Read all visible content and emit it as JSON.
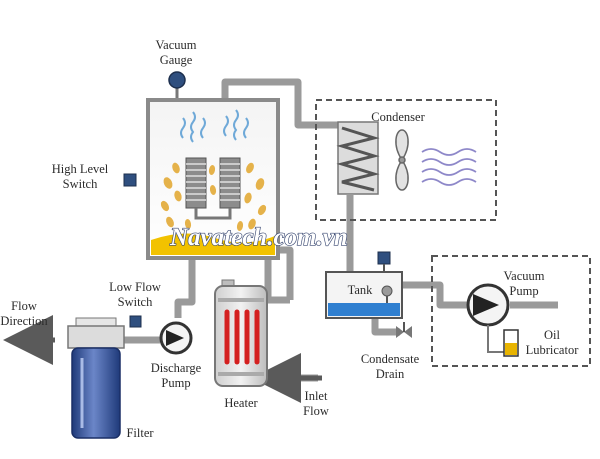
{
  "labels": {
    "vacuum_gauge": [
      "Vacuum",
      "Gauge"
    ],
    "high_level_switch": [
      "High Level",
      "Switch"
    ],
    "condenser": "Condenser",
    "tank": "Tank",
    "vacuum_pump": [
      "Vacuum",
      "Pump"
    ],
    "oil_lubricator": [
      "Oil",
      "Lubricator"
    ],
    "condensate_drain": [
      "Condensate",
      "Drain"
    ],
    "low_flow_switch": [
      "Low Flow",
      "Switch"
    ],
    "flow_direction": [
      "Flow",
      "Direction"
    ],
    "discharge_pump": [
      "Discharge",
      "Pump"
    ],
    "heater": "Heater",
    "inlet_flow": [
      "Inlet",
      "Flow"
    ],
    "filter": "Filter"
  },
  "watermark": "Navatech.com.vn",
  "colors": {
    "pipe": "#9a9a9a",
    "pipe_dark": "#6a6a6a",
    "gauge": "#2f4f7f",
    "liquid_yellow": "#f2c200",
    "droplet": "#e5b24a",
    "water": "#2f7fd0",
    "heater_element": "#d42020",
    "wave": "#8e88c9",
    "steam": "#6fa9d8"
  }
}
